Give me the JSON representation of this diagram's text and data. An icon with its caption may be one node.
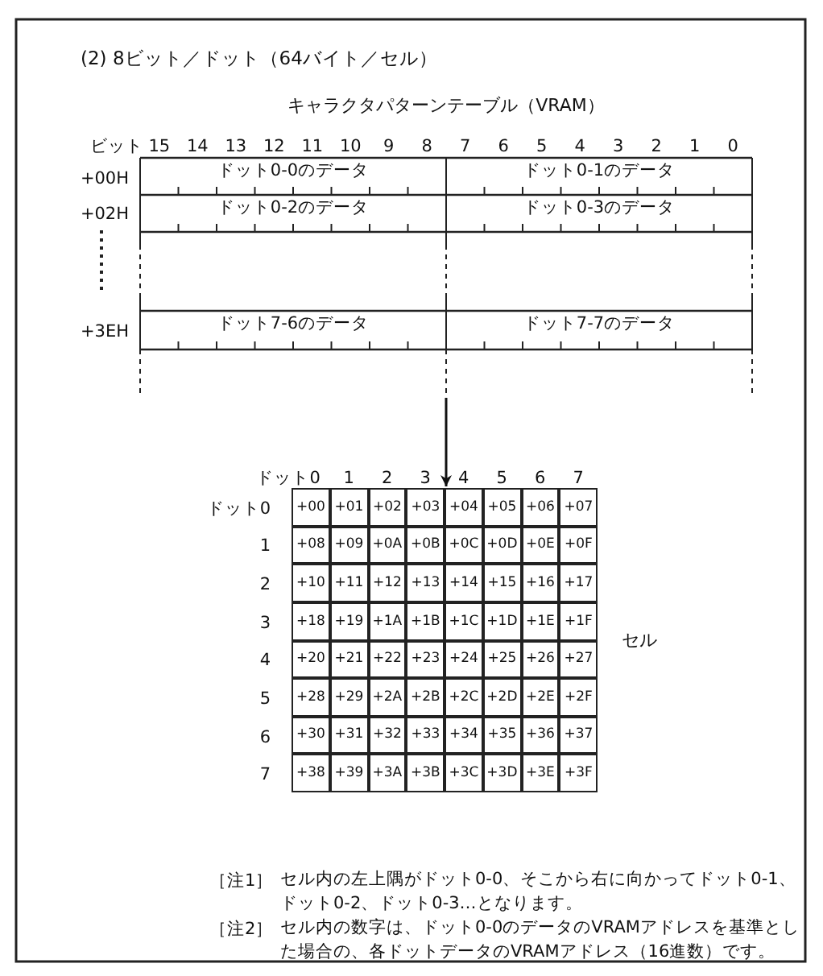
{
  "diagram": {
    "title": "(2) 8ビット／ドット（64バイト／セル）",
    "nodes": [
      {
        "text": [
          "キャラクタパターンテーブル（VRAM）"
        ]
      },
      {
        "text": [
          "ドット0-0のデータ"
        ],
        "in": 0
      },
      {
        "text": [
          "ドット0-1のデータ"
        ],
        "in": 0
      },
      {
        "text": [
          "ドット0-2のデータ"
        ],
        "in": 0
      },
      {
        "text": [
          "ドット0-3のデータ"
        ],
        "in": 0
      },
      {
        "text": [
          "ドット7-6のデータ"
        ],
        "in": 0
      },
      {
        "text": [
          "ドット7-7のデータ"
        ],
        "in": 0
      },
      {
        "text": [],
        "shape": "box",
        "beside": [
          "セル"
        ]
      }
    ],
    "edges": [
      {
        "from": 0,
        "to": 7,
        "arrow": "to"
      }
    ],
    "labels": [
      "ビット",
      "15",
      "14",
      "13",
      "12",
      "11",
      "10",
      "9",
      "8",
      "7",
      "6",
      "5",
      "4",
      "3",
      "2",
      "1",
      "0",
      "+00H",
      "+02H",
      "+3EH",
      "ドット0",
      "1",
      "2",
      "3",
      "4",
      "5",
      "6",
      "7",
      "ドット0",
      "+00",
      "+01",
      "+02",
      "+03",
      "+04",
      "+05",
      "+06",
      "+07",
      "1",
      "+08",
      "+09",
      "+0A",
      "+0B",
      "+0C",
      "+0D",
      "+0E",
      "+0F",
      "2",
      "+10",
      "+11",
      "+12",
      "+13",
      "+14",
      "+15",
      "+16",
      "+17",
      "3",
      "+18",
      "+19",
      "+1A",
      "+1B",
      "+1C",
      "+1D",
      "+1E",
      "+1F",
      "4",
      "+20",
      "+21",
      "+22",
      "+23",
      "+24",
      "+25",
      "+26",
      "+27",
      "5",
      "+28",
      "+29",
      "+2A",
      "+2B",
      "+2C",
      "+2D",
      "+2E",
      "+2F",
      "6",
      "+30",
      "+31",
      "+32",
      "+33",
      "+34",
      "+35",
      "+36",
      "+37",
      "7",
      "+38",
      "+39",
      "+3A",
      "+3B",
      "+3C",
      "+3D",
      "+3E",
      "+3F",
      "［注1］",
      "セル内の左上隅がドット0-0、そこから右に向かってドット0-1、ドット0-2、ドット0-3…となります。",
      "［注2］",
      "セル内の数字は、ドット0-0のデータのVRAMアドレスを基準とした場合の、各ドットデータのVRAMアドレス（16進数）です。"
    ]
  }
}
